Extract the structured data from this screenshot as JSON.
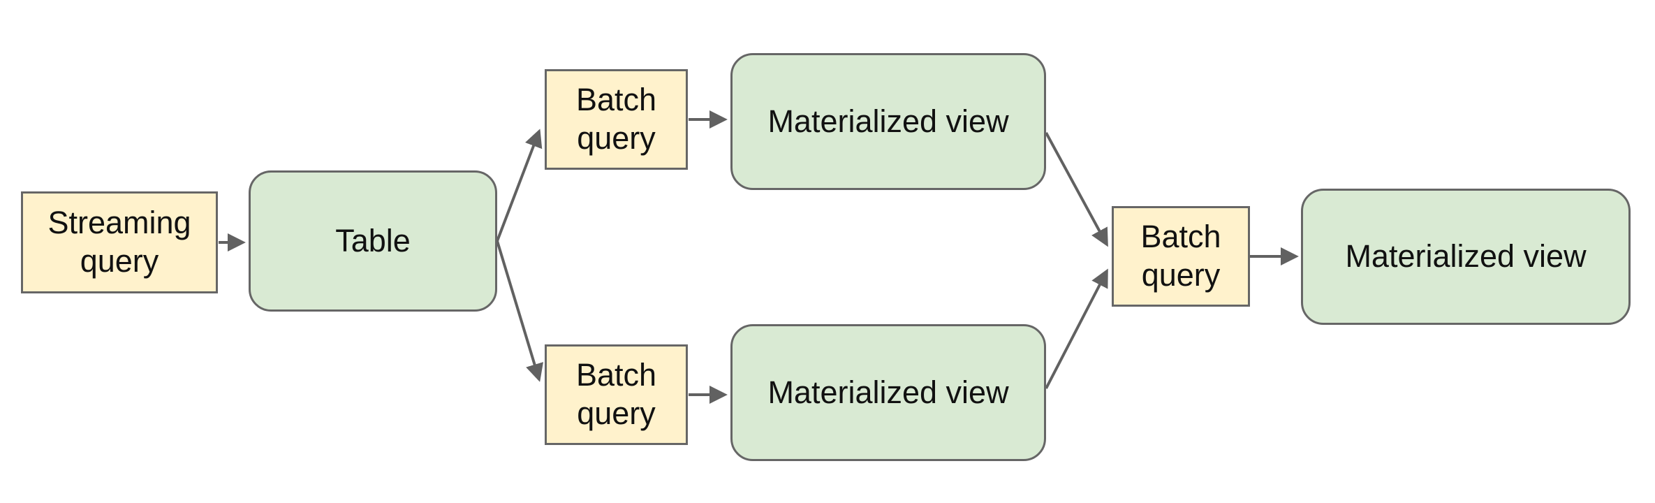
{
  "diagram": {
    "description": "Streaming and batch query pipeline producing materialized views",
    "nodes": [
      {
        "id": "streaming-query",
        "label": "Streaming query",
        "kind": "query",
        "shape": "rectangle"
      },
      {
        "id": "table",
        "label": "Table",
        "kind": "dataset",
        "shape": "rounded-rectangle"
      },
      {
        "id": "batch-query-top",
        "label": "Batch query",
        "kind": "query",
        "shape": "rectangle"
      },
      {
        "id": "materialized-view-top",
        "label": "Materialized view",
        "kind": "dataset",
        "shape": "rounded-rectangle"
      },
      {
        "id": "batch-query-bottom",
        "label": "Batch query",
        "kind": "query",
        "shape": "rectangle"
      },
      {
        "id": "materialized-view-bottom",
        "label": "Materialized view",
        "kind": "dataset",
        "shape": "rounded-rectangle"
      },
      {
        "id": "batch-query-right",
        "label": "Batch query",
        "kind": "query",
        "shape": "rectangle"
      },
      {
        "id": "materialized-view-right",
        "label": "Materialized view",
        "kind": "dataset",
        "shape": "rounded-rectangle"
      }
    ],
    "edges": [
      {
        "from": "streaming-query",
        "to": "table"
      },
      {
        "from": "table",
        "to": "batch-query-top"
      },
      {
        "from": "table",
        "to": "batch-query-bottom"
      },
      {
        "from": "batch-query-top",
        "to": "materialized-view-top"
      },
      {
        "from": "batch-query-bottom",
        "to": "materialized-view-bottom"
      },
      {
        "from": "materialized-view-top",
        "to": "batch-query-right"
      },
      {
        "from": "materialized-view-bottom",
        "to": "batch-query-right"
      },
      {
        "from": "batch-query-right",
        "to": "materialized-view-right"
      }
    ],
    "palette": {
      "query_fill": "#fff2cc",
      "dataset_fill": "#d9ead3",
      "stroke": "#666666",
      "connector": "#616161",
      "text": "#111111",
      "background": "#ffffff"
    }
  }
}
